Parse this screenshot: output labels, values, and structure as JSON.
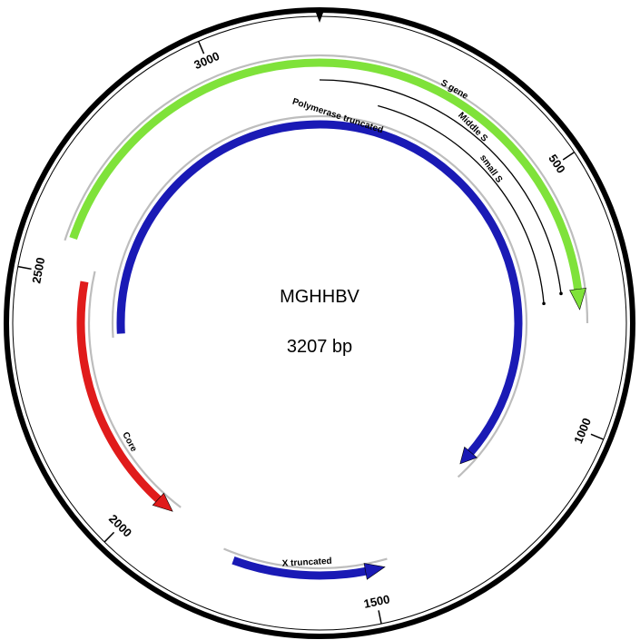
{
  "map": {
    "name": "MGHHBV",
    "size_label": "3207 bp",
    "length_bp": 3207
  },
  "ticks": [
    {
      "bp": 500,
      "label": "500"
    },
    {
      "bp": 1000,
      "label": "1000"
    },
    {
      "bp": 1500,
      "label": "1500"
    },
    {
      "bp": 2000,
      "label": "2000"
    },
    {
      "bp": 2500,
      "label": "2500"
    },
    {
      "bp": 3000,
      "label": "3000"
    }
  ],
  "features": [
    {
      "id": "s-gene",
      "label": "S gene",
      "kind": "arrow",
      "strand": "forward",
      "color": "#7fe23a",
      "start_deg": -71,
      "end_deg": 87
    },
    {
      "id": "middle-s",
      "label": "Middle S",
      "kind": "line",
      "strand": "forward",
      "color": "#000000",
      "start_deg": 0,
      "end_deg": 83
    },
    {
      "id": "small-s",
      "label": "small S",
      "kind": "line",
      "strand": "forward",
      "color": "#000000",
      "start_deg": 15,
      "end_deg": 85
    },
    {
      "id": "polymerase",
      "label": "Polymerase truncated",
      "kind": "arrow",
      "strand": "forward",
      "color": "#1a1ab5",
      "start_deg": -93,
      "end_deg": 135
    },
    {
      "id": "core",
      "label": "Core",
      "kind": "arrow",
      "strand": "reverse",
      "color": "#e01b1b",
      "start_deg": 218,
      "end_deg": 280
    },
    {
      "id": "x",
      "label": "X truncated",
      "kind": "arrow",
      "strand": "reverse",
      "color": "#1a1ab5",
      "start_deg": 165,
      "end_deg": 200
    }
  ]
}
